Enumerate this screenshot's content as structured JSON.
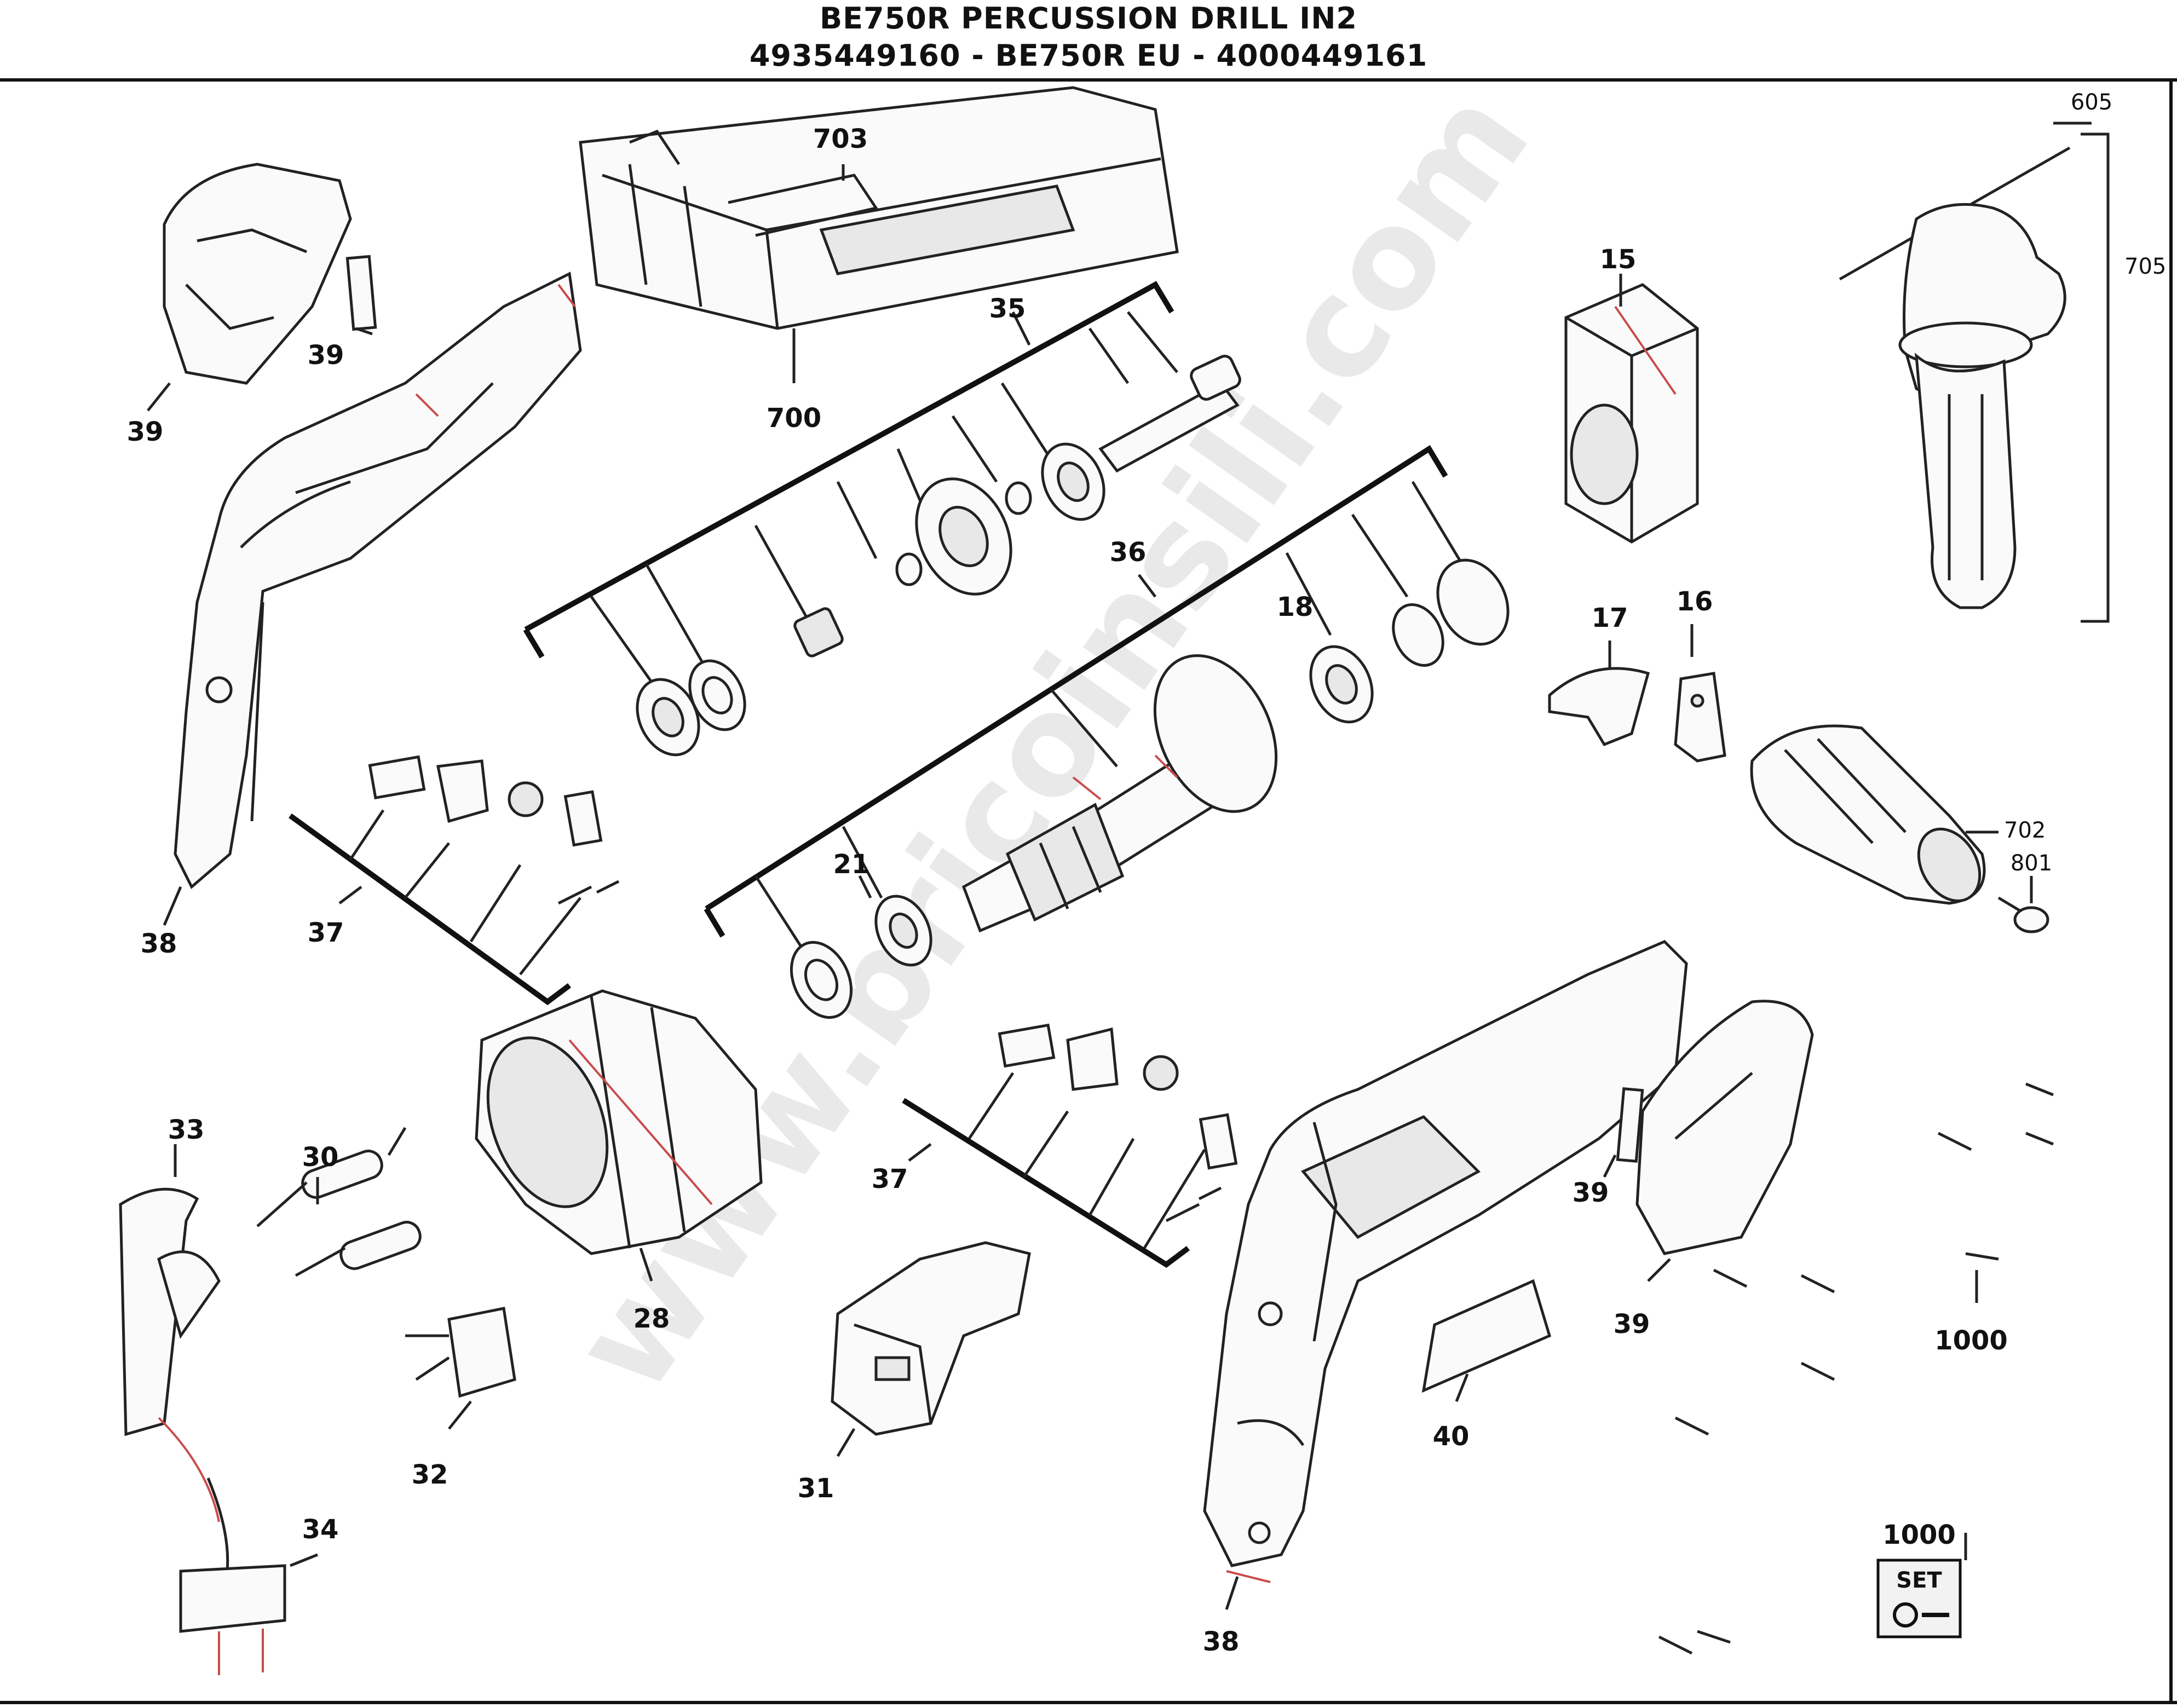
{
  "header": {
    "title": "BE750R PERCUSSION DRILL IN2",
    "subtitle": "4935449160 - BE750R EU - 4000449161"
  },
  "watermark": "www.bricoinsili.com",
  "callouts": [
    {
      "id": "c-703",
      "text": "703"
    },
    {
      "id": "c-700",
      "text": "700"
    },
    {
      "id": "c-605",
      "text": "605"
    },
    {
      "id": "c-705",
      "text": "705"
    },
    {
      "id": "c-35",
      "text": "35"
    },
    {
      "id": "c-15",
      "text": "15"
    },
    {
      "id": "c-39a",
      "text": "39"
    },
    {
      "id": "c-39b",
      "text": "39"
    },
    {
      "id": "c-36",
      "text": "36"
    },
    {
      "id": "c-18",
      "text": "18"
    },
    {
      "id": "c-17",
      "text": "17"
    },
    {
      "id": "c-16",
      "text": "16"
    },
    {
      "id": "c-702",
      "text": "702"
    },
    {
      "id": "c-801",
      "text": "801"
    },
    {
      "id": "c-21",
      "text": "21"
    },
    {
      "id": "c-37a",
      "text": "37"
    },
    {
      "id": "c-38a",
      "text": "38"
    },
    {
      "id": "c-33",
      "text": "33"
    },
    {
      "id": "c-30",
      "text": "30"
    },
    {
      "id": "c-28",
      "text": "28"
    },
    {
      "id": "c-37b",
      "text": "37"
    },
    {
      "id": "c-39c",
      "text": "39"
    },
    {
      "id": "c-39d",
      "text": "39"
    },
    {
      "id": "c-1000a",
      "text": "1000"
    },
    {
      "id": "c-32",
      "text": "32"
    },
    {
      "id": "c-31",
      "text": "31"
    },
    {
      "id": "c-40",
      "text": "40"
    },
    {
      "id": "c-34",
      "text": "34"
    },
    {
      "id": "c-1000b",
      "text": "1000"
    },
    {
      "id": "c-38b",
      "text": "38"
    }
  ],
  "set_badge": "SET"
}
